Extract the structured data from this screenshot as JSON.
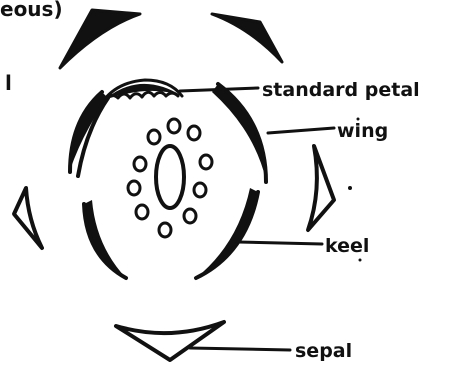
{
  "diagram": {
    "top_left_fragment": "eous)",
    "left_fragment": "l",
    "labels": {
      "standard_petal": "standard petal",
      "wing": "wing",
      "keel": "keel",
      "sepal": "sepal"
    },
    "ink_color": "#111111",
    "background_color": "#ffffff"
  }
}
